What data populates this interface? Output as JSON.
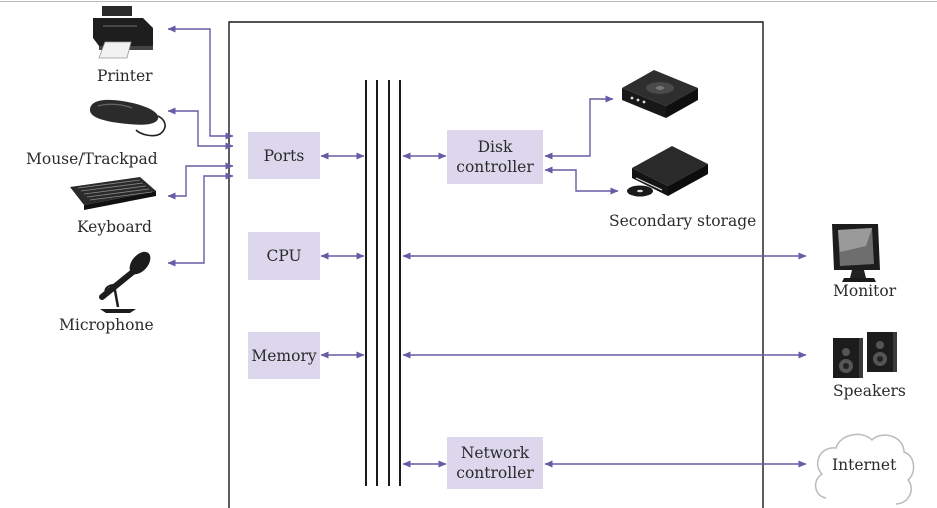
{
  "colors": {
    "box_fill": "#dcd7ec",
    "arrow": "#6a5aa6",
    "line": "#222222",
    "text": "#2b2b2b"
  },
  "peripherals_left": {
    "printer": "Printer",
    "mouse": "Mouse/Trackpad",
    "keyboard": "Keyboard",
    "microphone": "Microphone"
  },
  "peripherals_right": {
    "secondary_storage": "Secondary storage",
    "monitor": "Monitor",
    "speakers": "Speakers",
    "internet": "Internet"
  },
  "components": {
    "ports": "Ports",
    "cpu": "CPU",
    "memory": "Memory",
    "disk_controller": "Disk\ncontroller",
    "network_controller": "Network\ncontroller"
  },
  "icons": [
    "printer-icon",
    "mouse-icon",
    "keyboard-icon",
    "microphone-icon",
    "hard-drive-icon",
    "optical-drive-icon",
    "monitor-icon",
    "speakers-icon",
    "cloud-icon"
  ]
}
